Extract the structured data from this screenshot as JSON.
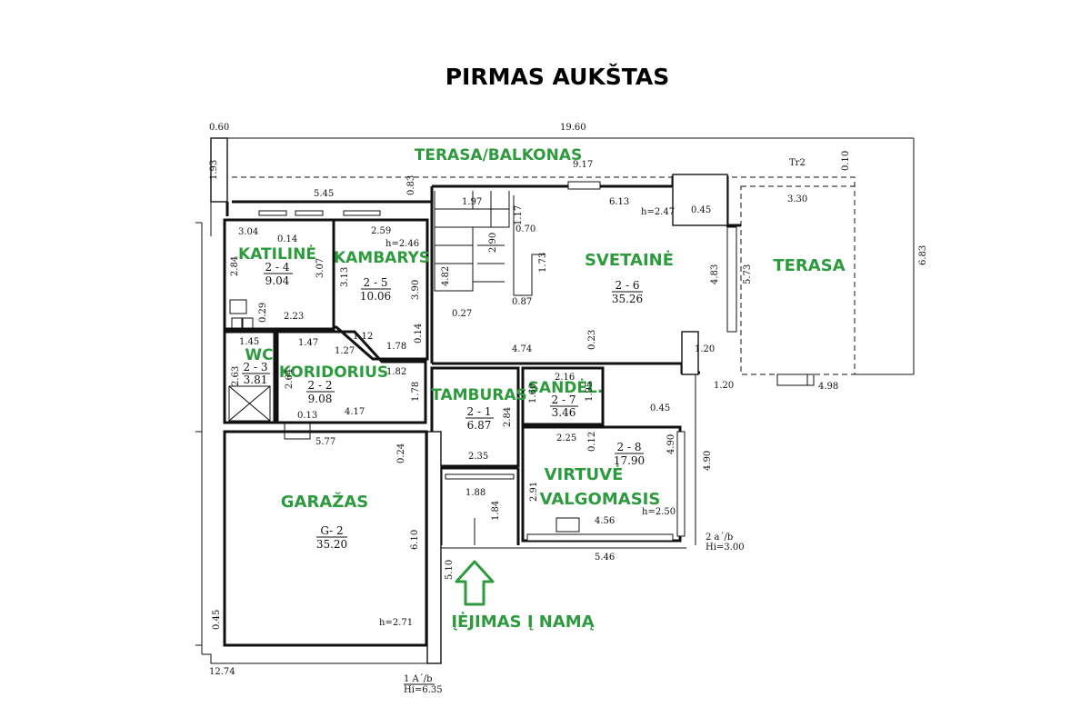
{
  "title": "PIRMAS AUKŠTAS",
  "rooms": {
    "katiline": "KATILINĖ",
    "kambarys": "KAMBARYS",
    "wc": "WC",
    "koridorius": "KORIDORIUS",
    "svetaine": "SVETAINĖ",
    "terasa": "TERASA",
    "terasa_balkonas": "TERASA/BALKONAS",
    "tamburas": "TAMBURAS",
    "sandel": "SANDĖL.",
    "virtuve": "VIRTUVĖ",
    "valgomasis": "VALGOMASIS",
    "garazas": "GARAŽAS",
    "entrance": "ĮĖJIMAS Į NAMĄ"
  },
  "room_codes": {
    "katiline": {
      "code": "2 - 4",
      "area": "9.04"
    },
    "kambarys": {
      "code": "2 - 5",
      "area": "10.06"
    },
    "wc": {
      "code": "2 - 3",
      "area": "3.81"
    },
    "koridorius": {
      "code": "2 - 2",
      "area": "9.08"
    },
    "svetaine": {
      "code": "2 - 6",
      "area": "35.26"
    },
    "tamburas": {
      "code": "2 - 1",
      "area": "6.87"
    },
    "sandel": {
      "code": "2 - 7",
      "area": "3.46"
    },
    "virtuve": {
      "code": "2 - 8",
      "area": "17.90"
    },
    "garazas": {
      "code": "G- 2",
      "area": "35.20"
    }
  },
  "dimensions": {
    "d_0_60": "0.60",
    "d_19_60": "19.60",
    "d_9_17": "9.17",
    "d_tr2": "Tr2",
    "d_0_10": "0.10",
    "d_1_93": "1.93",
    "d_5_45": "5.45",
    "d_0_83": "0.83",
    "d_1_97": "1.97",
    "d_6_13": "6.13",
    "d_h247": "h=2.47",
    "d_0_45a": "0.45",
    "d_3_30": "3.30",
    "d_6_83": "6.83",
    "d_3_04": "3.04",
    "d_0_14a": "0.14",
    "d_2_59": "2.59",
    "d_h246": "h=2.46",
    "d_1_17": "1.17",
    "d_0_70": "0.70",
    "d_2_90": "2.90",
    "d_1_73": "1.73",
    "d_2_84a": "2.84",
    "d_3_07": "3.07",
    "d_3_13": "3.13",
    "d_3_90": "3.90",
    "d_4_82": "4.82",
    "d_0_87": "0.87",
    "d_4_83": "4.83",
    "d_5_73": "5.73",
    "d_0_29": "0.29",
    "d_2_23": "2.23",
    "d_0_27": "0.27",
    "d_1_12": "1.12",
    "d_0_14b": "0.14",
    "d_1_45": "1.45",
    "d_1_47": "1.47",
    "d_1_27": "1.27",
    "d_1_78a": "1.78",
    "d_4_74": "4.74",
    "d_0_23": "0.23",
    "d_1_20a": "1.20",
    "d_1_20b": "1.20",
    "d_4_98": "4.98",
    "d_2_63": "2.63",
    "d_2_64": "2.64",
    "d_1_82": "1.82",
    "d_1_78b": "1.78",
    "d_2_16": "2.16",
    "d_1_60": "1.60",
    "d_1_95": "1.95",
    "d_0_45b": "0.45",
    "d_2_84b": "2.84",
    "d_0_13": "0.13",
    "d_4_17": "4.17",
    "d_4_90a": "4.90",
    "d_4_90b": "4.90",
    "d_5_77": "5.77",
    "d_0_24": "0.24",
    "d_2_35": "2.35",
    "d_2_25": "2.25",
    "d_0_12": "0.12",
    "d_1_88": "1.88",
    "d_2_91": "2.91",
    "d_1_84": "1.84",
    "d_4_56": "4.56",
    "d_h250": "h=2.50",
    "d_2a": "2 a´/b",
    "d_hi300": "Hi=3.00",
    "d_6_10": "6.10",
    "d_5_10": "5.10",
    "d_5_46": "5.46",
    "d_0_45c": "0.45",
    "d_h271": "h=2.71",
    "d_12_74": "12.74",
    "d_1a": "1 A´/b",
    "d_hi635": "Hi=6.35"
  },
  "colors": {
    "labels": "#2e9a3e",
    "lines": "#111111"
  },
  "icons": [
    "entrance-arrow-icon"
  ]
}
